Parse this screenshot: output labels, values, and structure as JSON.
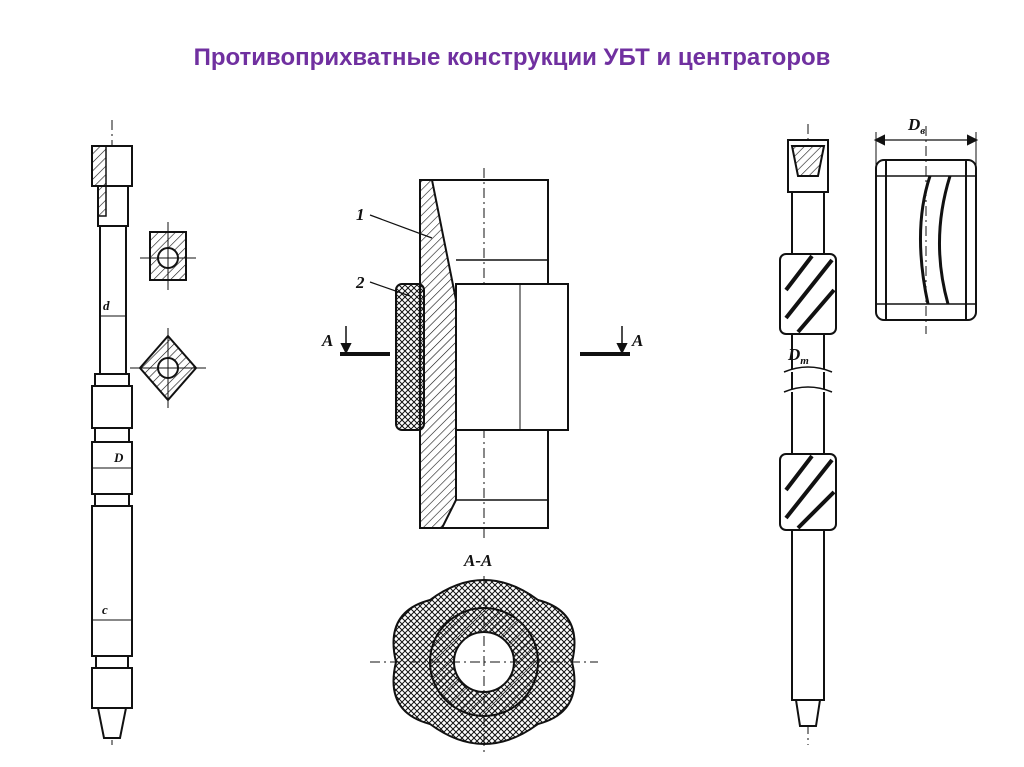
{
  "slide": {
    "title": "Противоприхватные конструкции УБТ и центраторов"
  },
  "colors": {
    "title": "#7030a0",
    "ink": "#111111"
  },
  "labels": {
    "left": {
      "d": "d",
      "D": "D",
      "c": "c"
    },
    "middle": {
      "callout_1": "1",
      "callout_2": "2",
      "section_left": "A",
      "section_right": "A",
      "section_title": "A-A"
    },
    "right": {
      "Dv_main": "D",
      "Dv_sub": "в",
      "Dt_main": "D",
      "Dt_sub": "т"
    }
  }
}
